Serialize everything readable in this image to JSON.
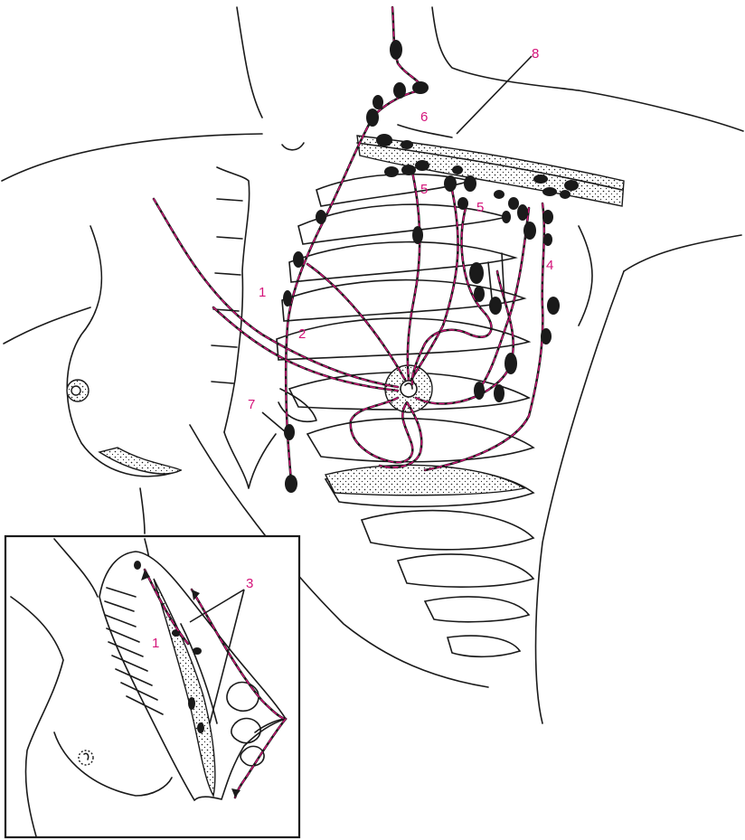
{
  "colors": {
    "line": "#1a1a1a",
    "accent": "#d4147a",
    "background": "#ffffff"
  },
  "labels": {
    "l1": "1",
    "l2": "2",
    "l3": "3",
    "l4": "4",
    "l5a": "5",
    "l5b": "5",
    "l6": "6",
    "l7": "7",
    "l8": "8",
    "inset_l1": "1"
  }
}
